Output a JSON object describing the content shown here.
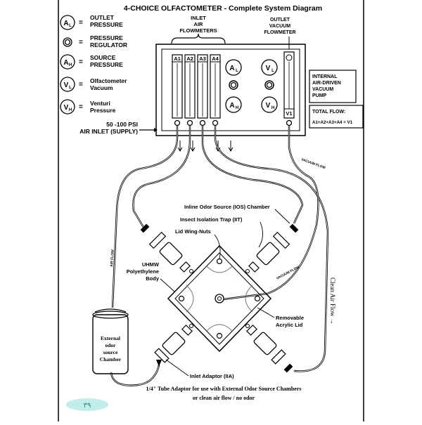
{
  "title": "4-CHOICE OLFACTOMETER - Complete System Diagram",
  "legend": [
    {
      "symbol": "A",
      "sub": "L",
      "lines": [
        "OUTLET",
        "PRESSURE"
      ]
    },
    {
      "symbol": "",
      "sub": "",
      "lines": [
        "PRESSURE",
        "REGULATOR"
      ]
    },
    {
      "symbol": "A",
      "sub": "H",
      "lines": [
        "SOURCE",
        "PRESSURE"
      ]
    },
    {
      "symbol": "V",
      "sub": "L",
      "lines": [
        "Olfactometer",
        "Vacuum"
      ]
    },
    {
      "symbol": "V",
      "sub": "H",
      "lines": [
        "Venturi",
        "Pressure"
      ]
    }
  ],
  "legend_equals": "=",
  "inlet_flowmeters_label": [
    "INLET",
    "AIR",
    "FLOWMETERS"
  ],
  "outlet_flowmeter_label": [
    "OUTLET",
    "VACUUM",
    "FLOWMETER"
  ],
  "flowmeters": [
    "A1",
    "A2",
    "A3",
    "A4"
  ],
  "outlet_flowmeter": "V1",
  "gauges": {
    "al": {
      "symbol": "A",
      "sub": "L"
    },
    "vl": {
      "symbol": "V",
      "sub": "L"
    },
    "ah": {
      "symbol": "A",
      "sub": "H"
    },
    "vh": {
      "symbol": "V",
      "sub": "H"
    }
  },
  "pump_label": [
    "INTERNAL",
    "AIR-DRIVEN",
    "VACUUM",
    "PUMP"
  ],
  "total_flow": {
    "heading": "TOTAL FLOW:",
    "formula": "A1+A2+A3+A4 = V1"
  },
  "air_inlet": {
    "pressure": "50 -100  PSI",
    "label": "AIR INLET (SUPPLY)"
  },
  "tube_labels": {
    "vacuum_flow_top": "VACUUM  FLOW",
    "vacuum_flow_mid": "VACUUM  FLOW",
    "air_flow": "AIR  FLOW",
    "clean_air_flow": "Clean Air Flow →"
  },
  "callouts": {
    "ios": "Inline  Odor Source (IOS) Chamber",
    "iit": "Insect Isolation Trap (IIT)",
    "wingnuts": "Lid Wing-Nuts",
    "body": [
      "UHMW",
      "Polyethylene",
      "Body"
    ],
    "lid": [
      "Removable",
      "Acrylic Lid"
    ],
    "inlet_adaptor": "Inlet Adaptor (IIA)"
  },
  "external_chamber": [
    "External",
    "odor",
    "source",
    "Chamber"
  ],
  "footer": [
    "1/4\" Tube Adaptor for use with External Odor Source Chambers",
    "or clean air flow / no odor"
  ],
  "page_number": "٣٩",
  "colors": {
    "ink": "#000000",
    "paper": "#ffffff",
    "page_stamp": "#8ee0d8"
  }
}
